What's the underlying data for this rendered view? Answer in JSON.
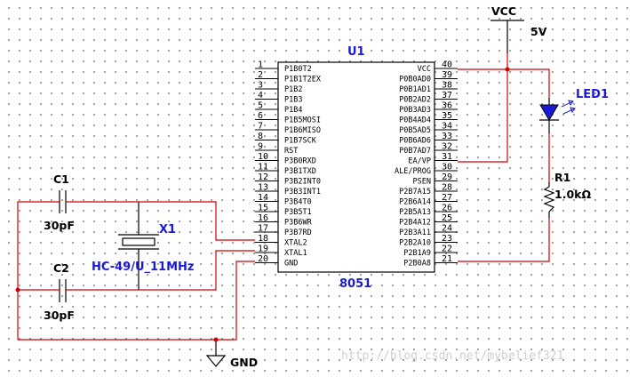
{
  "chip": {
    "ref": "U1",
    "value": "8051",
    "left_pins": [
      {
        "num": "1",
        "name": "P1B0T2"
      },
      {
        "num": "2",
        "name": "P1B1T2EX"
      },
      {
        "num": "3",
        "name": "P1B2"
      },
      {
        "num": "4",
        "name": "P1B3"
      },
      {
        "num": "5",
        "name": "P1B4"
      },
      {
        "num": "6",
        "name": "P1B5MOSI"
      },
      {
        "num": "7",
        "name": "P1B6MISO"
      },
      {
        "num": "8",
        "name": "P1B7SCK"
      },
      {
        "num": "9",
        "name": "RST"
      },
      {
        "num": "10",
        "name": "P3B0RXD"
      },
      {
        "num": "11",
        "name": "P3B1TXD"
      },
      {
        "num": "12",
        "name": "P3B2INT0"
      },
      {
        "num": "13",
        "name": "P3B3INT1"
      },
      {
        "num": "14",
        "name": "P3B4T0"
      },
      {
        "num": "15",
        "name": "P3B5T1"
      },
      {
        "num": "16",
        "name": "P3B6WR"
      },
      {
        "num": "17",
        "name": "P3B7RD"
      },
      {
        "num": "18",
        "name": "XTAL2"
      },
      {
        "num": "19",
        "name": "XTAL1"
      },
      {
        "num": "20",
        "name": "GND"
      }
    ],
    "right_pins": [
      {
        "num": "40",
        "name": "VCC"
      },
      {
        "num": "39",
        "name": "P0B0AD0"
      },
      {
        "num": "38",
        "name": "P0B1AD1"
      },
      {
        "num": "37",
        "name": "P0B2AD2"
      },
      {
        "num": "36",
        "name": "P0B3AD3"
      },
      {
        "num": "35",
        "name": "P0B4AD4"
      },
      {
        "num": "34",
        "name": "P0B5AD5"
      },
      {
        "num": "33",
        "name": "P0B6AD6"
      },
      {
        "num": "32",
        "name": "P0B7AD7"
      },
      {
        "num": "31",
        "name": "EA/VP"
      },
      {
        "num": "30",
        "name": "ALE/PROG"
      },
      {
        "num": "29",
        "name": "PSEN"
      },
      {
        "num": "28",
        "name": "P2B7A15"
      },
      {
        "num": "27",
        "name": "P2B6A14"
      },
      {
        "num": "26",
        "name": "P2B5A13"
      },
      {
        "num": "25",
        "name": "P2B4A12"
      },
      {
        "num": "24",
        "name": "P2B3A11"
      },
      {
        "num": "23",
        "name": "P2B2A10"
      },
      {
        "num": "22",
        "name": "P2B1A9"
      },
      {
        "num": "21",
        "name": "P2B0A8"
      }
    ]
  },
  "components": {
    "c1_ref": "C1",
    "c1_value": "30pF",
    "c2_ref": "C2",
    "c2_value": "30pF",
    "x1_ref": "X1",
    "x1_value": "HC-49/U_11MHz",
    "r1_ref": "R1",
    "r1_value": "1.0kΩ",
    "led_ref": "LED1",
    "vcc_label": "VCC",
    "vcc_value": "5V",
    "gnd_label": "GND"
  },
  "watermark": "http://blog.csdn.net/mybelief321",
  "colors": {
    "wire": "#d40000",
    "label_blue": "#1a1ad6",
    "led_fill": "#1a1ad6"
  }
}
